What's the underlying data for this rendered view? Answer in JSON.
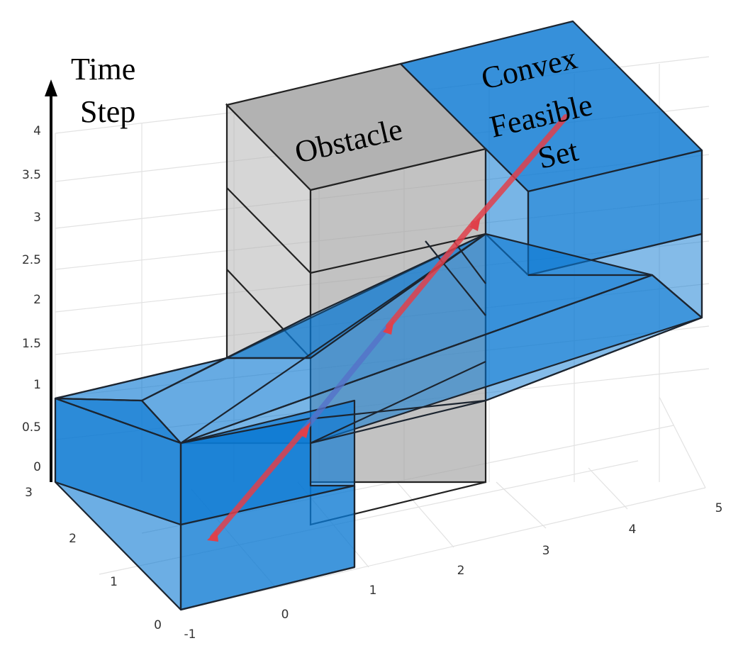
{
  "annotations": {
    "axis_title_line1": "Time",
    "axis_title_line2": "Step",
    "obstacle": "Obstacle",
    "set_line1": "Convex",
    "set_line2": "Feasible",
    "set_line3": "Set"
  },
  "axes": {
    "z_ticks": [
      "4",
      "3.5",
      "3",
      "2.5",
      "2",
      "1.5",
      "1",
      "0.5",
      "0"
    ],
    "y_ticks": [
      "3",
      "2",
      "1",
      "0"
    ],
    "x_ticks": [
      "-1",
      "0",
      "1",
      "2",
      "3",
      "4",
      "5"
    ]
  },
  "colors": {
    "feasible_set": "#0a78d2",
    "obstacle": "#a0a0a0",
    "trajectory": "#e0404a",
    "grid": "#e2e2e2"
  }
}
